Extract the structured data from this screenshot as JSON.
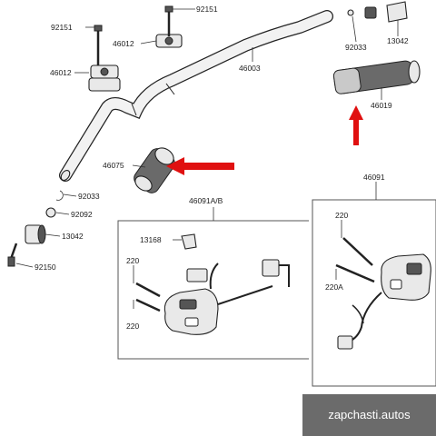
{
  "labels": {
    "l_92151_top": "92151",
    "l_92151_left": "92151",
    "l_46012_mid": "46012",
    "l_46012_left": "46012",
    "l_46003": "46003",
    "l_92033_top": "92033",
    "l_13042_top": "13042",
    "l_46019": "46019",
    "l_46075": "46075",
    "l_92033_left": "92033",
    "l_92092": "92092",
    "l_13042_left": "13042",
    "l_92150": "92150",
    "l_46091a": "46091A/B",
    "l_13168": "13168",
    "l_220_a": "220",
    "l_220_b": "220",
    "l_46091": "46091",
    "l_220_c": "220",
    "l_220a": "220A"
  },
  "watermark": "zapchasti.autos",
  "colors": {
    "arrow": "#e01010",
    "watermark_bg": "#6b6b6b"
  },
  "icons": [
    "up-arrow-icon",
    "left-arrow-icon"
  ]
}
